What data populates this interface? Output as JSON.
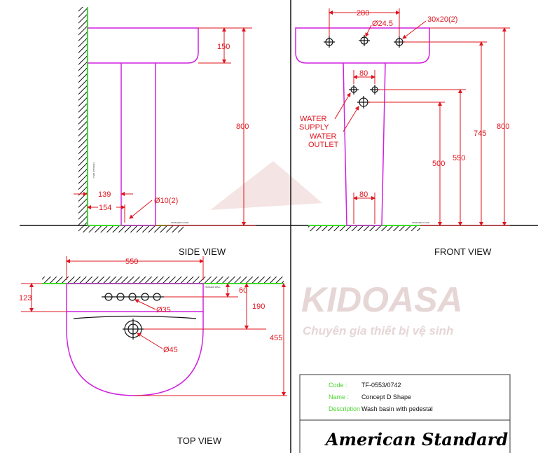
{
  "watermark": {
    "brand": "KIDOASA",
    "tagline": "Chuyên gia thiết bị vệ sinh"
  },
  "side_view": {
    "title": "SIDE VIEW",
    "dims": {
      "bowl_depth": "150",
      "height": "800",
      "d1": "139",
      "d2": "154",
      "bolt": "Ø10(2)"
    },
    "wall_label": "FINISHED WALL",
    "floor_label": "FINISHED FLOOR"
  },
  "front_view": {
    "title": "FRONT VIEW",
    "dims": {
      "hole_spacing": "280",
      "tap_hole": "Ø24.5",
      "slot": "30x20(2)",
      "supply_spacing": "80",
      "base_spacing": "80",
      "outlet_h": "500",
      "supply_h": "550",
      "tap_h": "745",
      "height": "800"
    },
    "labels": {
      "supply": [
        "WATER",
        "SUPPLY"
      ],
      "outlet": [
        "WATER",
        "OUTLET"
      ]
    },
    "floor_label": "FINISHED FLOOR"
  },
  "top_view": {
    "title": "TOP VIEW",
    "dims": {
      "width": "550",
      "rim": "123",
      "holes_offset": "60",
      "drain_offset": "190",
      "depth": "455",
      "tap_hole": "Ø35",
      "drain": "Ø45"
    },
    "wall_label": "FINISHED WALL"
  },
  "title_block": {
    "code_label": "Code :",
    "code": "TF-0553/0742",
    "name_label": "Name :",
    "name": "Concept D Shape",
    "desc_label": "Description :",
    "description": "Wash basin with pedestal",
    "logo": "American Standard"
  }
}
